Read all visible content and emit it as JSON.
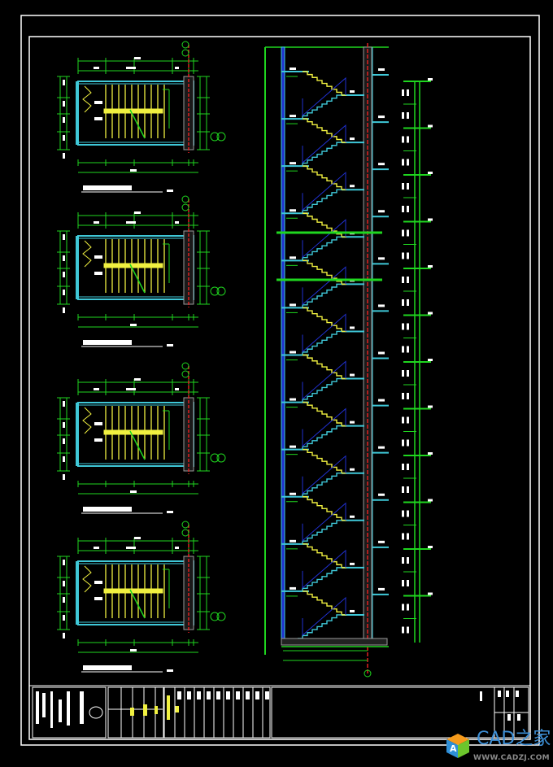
{
  "drawing": {
    "type": "staircase plans and section",
    "plan_count": 4,
    "section_floor_count": 12,
    "colors": {
      "background": "#000000",
      "frame": "#ffffff",
      "dimension": "#1fd61f",
      "wall": "#3fc8d8",
      "stair": "#f0f040",
      "axis": "#e02020",
      "hidden": "#2030d0",
      "hatch": "#9a9a9a"
    }
  },
  "watermark": {
    "title": "CAD之家",
    "url": "WWW.CADZJ.COM",
    "cube_letter": "A",
    "colors": [
      "#f59a1b",
      "#6cc62c",
      "#2e8fd8"
    ]
  }
}
